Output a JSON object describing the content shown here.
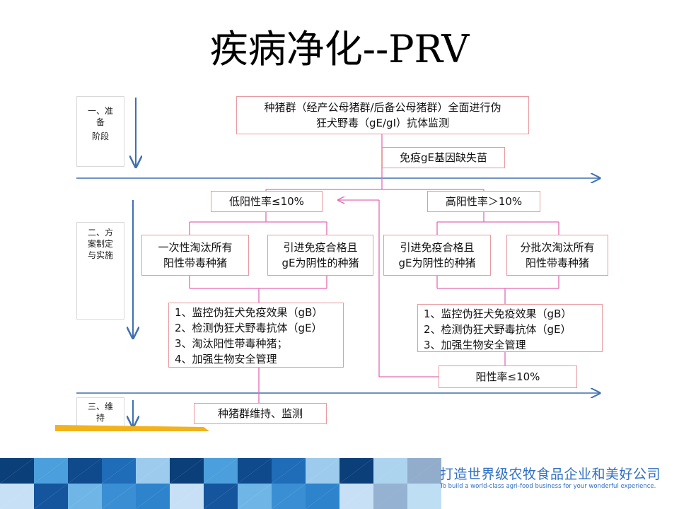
{
  "title": "疾病净化--PRV",
  "stages": {
    "prepare": [
      "一、准",
      "备",
      "阶段"
    ],
    "plan": [
      "二、方",
      "案制定",
      "与实施"
    ],
    "maintain": [
      "三、维",
      "持"
    ]
  },
  "top_box": [
    "种猪群（经产公母猪群/后备公母猪群）全面进行伪",
    "狂犬野毒（gE/gI）抗体监测"
  ],
  "vaccine_box": "免疫gE基因缺失苗",
  "low_positive": "低阳性率≤10%",
  "high_positive": "高阳性率＞10%",
  "cull_all": [
    "一次性淘汰所有",
    "阳性带毒种猪"
  ],
  "introduce_left": [
    "引进免疫合格且",
    "gE为阴性的种猪"
  ],
  "introduce_right": [
    "引进免疫合格且",
    "gE为阴性的种猪"
  ],
  "cull_batch": [
    "分批次淘汰所有",
    "阳性带毒种猪"
  ],
  "left_steps": [
    "1、监控伪狂犬免疫效果（gB）",
    "2、检测伪狂犬野毒抗体（gE）",
    "3、淘汰阳性带毒种猪；",
    "4、加强生物安全管理"
  ],
  "right_steps": [
    "1、监控伪狂犬免疫效果（gB）",
    "2、检测伪狂犬野毒抗体（gE）",
    "3、加强生物安全管理"
  ],
  "positive_rate": "阳性率≤10%",
  "maintain_box": "种猪群维持、监测",
  "footer": {
    "slogan_cn": "打造世界级农牧食品企业和美好公司",
    "slogan_en": "To build a world-class agri-food business for your wonderful experience."
  },
  "colors": {
    "box_border": "#e89aa0",
    "connector": "#e36bb0",
    "timeline": "#3f6fb0",
    "gold_bar": "#f2b21c",
    "footer_blue": "#2f6fc4"
  }
}
